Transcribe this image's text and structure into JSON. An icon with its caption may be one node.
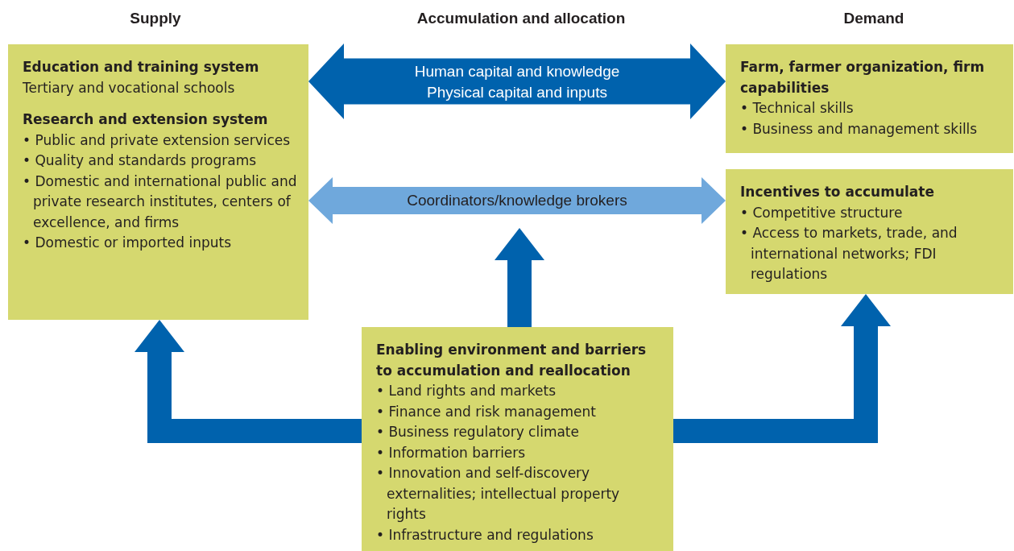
{
  "diagram": {
    "nodes": [
      {
        "text": [
          "Education and training system",
          "Tertiary and vocational schools",
          "Research and extension system",
          "• Public and private extension services",
          "• Quality and standards programs",
          "• Domestic and international public and private research institutes, centers of excellence, and firms",
          "• Domestic or imported inputs"
        ]
      },
      {
        "text": [
          "Farm, farmer organization, firm capabilities",
          "• Technical skills",
          "• Business and management skills"
        ]
      },
      {
        "text": [
          "Incentives to accumulate",
          "• Competitive structure",
          "• Access to markets, trade, and international networks; FDI regulations"
        ]
      },
      {
        "text": [
          "Enabling environment and barriers to accumulation and reallocation",
          "• Land rights and markets",
          "• Finance and risk management",
          "• Business regulatory climate",
          "• Information barriers",
          "• Innovation and self-discovery externalities; intellectual property rights",
          "• Infrastructure and regulations"
        ]
      }
    ],
    "edges": [
      {
        "from": 0,
        "to": 1,
        "arrow": "both",
        "label": "Human capital and knowledge Physical capital and inputs"
      },
      {
        "from": 0,
        "to": 2,
        "arrow": "both",
        "label": "Coordinators/knowledge brokers",
        "color": "#6fa8dc"
      },
      {
        "from": 3,
        "to": null,
        "arrow": "to"
      },
      {
        "from": 3,
        "to": 0,
        "arrow": "to"
      },
      {
        "from": 3,
        "to": 2,
        "arrow": "to"
      }
    ],
    "labels": [
      "Supply",
      "Accumulation and allocation",
      "Demand"
    ]
  }
}
